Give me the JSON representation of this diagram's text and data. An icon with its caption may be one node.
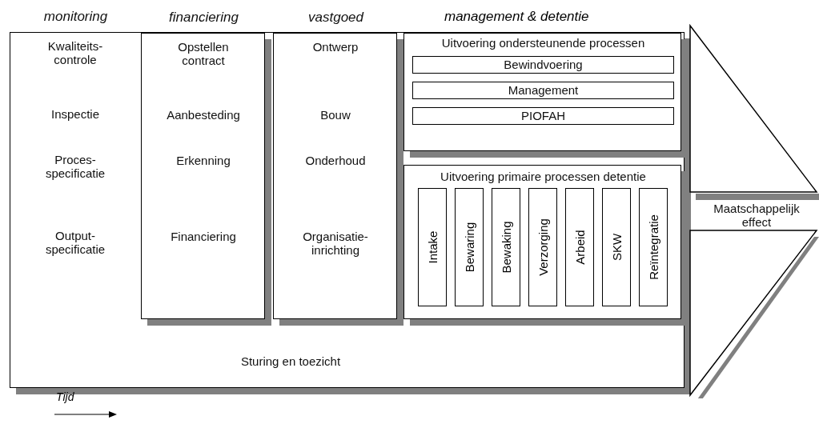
{
  "diagram": {
    "nodes": [
      {
        "text": [
          "monitoring",
          "Kwaliteits-controle",
          "Inspectie",
          "Proces-specificatie",
          "Output-specificatie",
          "Sturing en toezicht"
        ]
      },
      {
        "text": [
          "financiering",
          "Opstellen contract",
          "Aanbesteding",
          "Erkenning",
          "Financiering"
        ],
        "in": 0
      },
      {
        "text": [
          "vastgoed",
          "Ontwerp",
          "Bouw",
          "Onderhoud",
          "Organisatie-inrichting"
        ],
        "in": 0
      },
      {
        "text": [
          "Uitvoering ondersteunende processen"
        ],
        "in": 0
      },
      {
        "text": [
          "Bewindvoering"
        ],
        "in": 3
      },
      {
        "text": [
          "Management"
        ],
        "in": 3
      },
      {
        "text": [
          "PIOFAH"
        ],
        "in": 3
      },
      {
        "text": [
          "Uitvoering primaire processen detentie"
        ],
        "in": 0
      },
      {
        "text": [
          "Intake"
        ],
        "in": 7
      },
      {
        "text": [
          "Bewaring"
        ],
        "in": 7
      },
      {
        "text": [
          "Bewaking"
        ],
        "in": 7
      },
      {
        "text": [
          "Verzorging"
        ],
        "in": 7
      },
      {
        "text": [
          "Arbeid"
        ],
        "in": 7
      },
      {
        "text": [
          "SKW"
        ],
        "in": 7
      },
      {
        "text": [
          "Reïntegratie"
        ],
        "in": 7
      },
      {
        "text": [
          "Maatschappelijk effect"
        ]
      }
    ],
    "labels": [
      "management & detentie",
      "Tijd"
    ]
  }
}
